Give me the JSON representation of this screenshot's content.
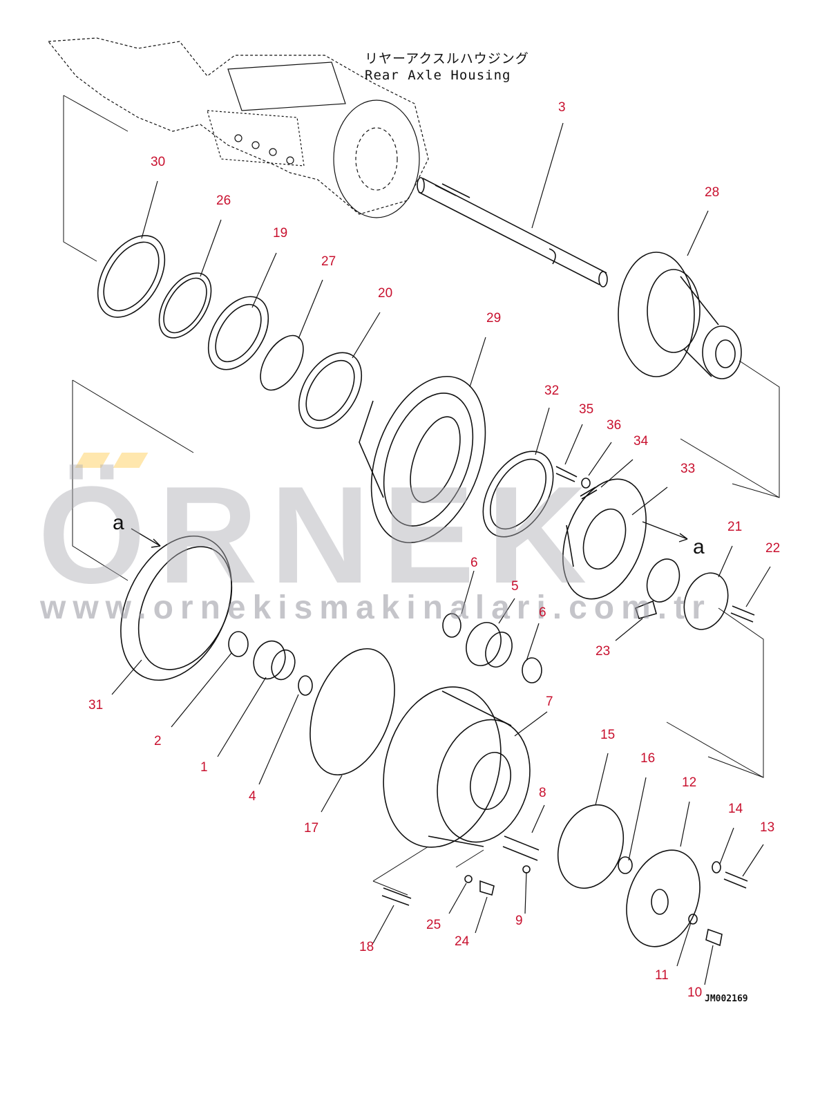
{
  "title": {
    "japanese": "リヤーアクスルハウジング",
    "english": "Rear Axle Housing"
  },
  "view_marker": "a",
  "drawing_code": "JM002169",
  "watermark": {
    "brand": "ÖRNEK",
    "url": "www.ornekismakinalari.com.tr"
  },
  "colors": {
    "callout": "#c8102e",
    "line": "#111111",
    "watermark_gray": "#aaaab2",
    "watermark_accent": "#ffd778"
  },
  "callouts": {
    "c1": "1",
    "c2": "2",
    "c3": "3",
    "c4": "4",
    "c5": "5",
    "c6a": "6",
    "c6b": "6",
    "c7": "7",
    "c8": "8",
    "c9": "9",
    "c10": "10",
    "c11": "11",
    "c12": "12",
    "c13": "13",
    "c14": "14",
    "c15": "15",
    "c16": "16",
    "c17": "17",
    "c18": "18",
    "c19": "19",
    "c20": "20",
    "c21": "21",
    "c22": "22",
    "c23": "23",
    "c24": "24",
    "c25": "25",
    "c26": "26",
    "c27": "27",
    "c28": "28",
    "c29": "29",
    "c30": "30",
    "c31": "31",
    "c32": "32",
    "c33": "33",
    "c34": "34",
    "c35": "35",
    "c36": "36"
  }
}
